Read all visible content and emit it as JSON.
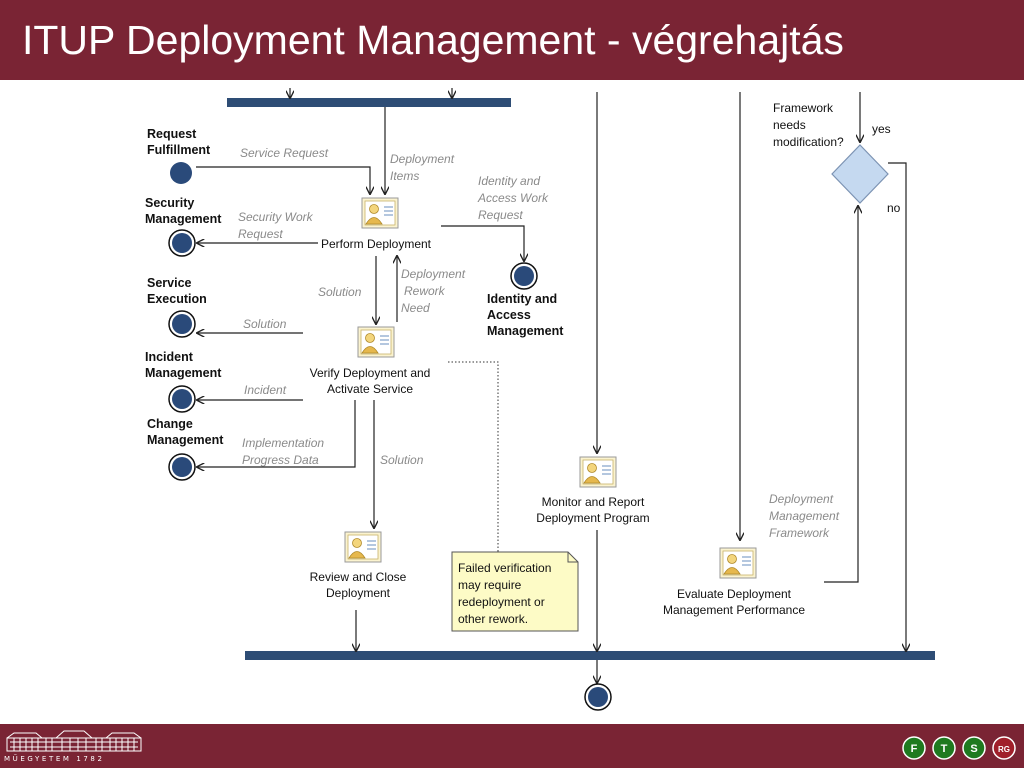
{
  "title": "ITUP Deployment Management - végrehajtás",
  "footer": {
    "university_caption": "MŰEGYETEM 1782",
    "logo_letters": [
      "F",
      "T",
      "S",
      "RG"
    ]
  },
  "lanes": {
    "left": [
      {
        "label_lines": [
          "Request",
          "Fulfillment"
        ]
      },
      {
        "label_lines": [
          "Security",
          "Management"
        ]
      },
      {
        "label_lines": [
          "Service",
          "Execution"
        ]
      },
      {
        "label_lines": [
          "Incident",
          "Management"
        ]
      },
      {
        "label_lines": [
          "Change",
          "Management"
        ]
      }
    ],
    "identity": {
      "label_lines": [
        "Identity and",
        "Access",
        "Management"
      ]
    }
  },
  "activities": {
    "perform": {
      "label_lines": [
        "Perform Deployment"
      ]
    },
    "verify": {
      "label_lines": [
        "Verify Deployment and",
        "Activate Service"
      ]
    },
    "review": {
      "label_lines": [
        "Review and Close",
        "Deployment"
      ]
    },
    "monitor": {
      "label_lines": [
        "Monitor and Report",
        "Deployment Program"
      ]
    },
    "evaluate": {
      "label_lines": [
        "Evaluate Deployment",
        "Management Performance"
      ]
    }
  },
  "flows": {
    "service_request": {
      "label_lines": [
        "Service Request"
      ]
    },
    "deployment_items": {
      "label_lines": [
        "Deployment",
        "Items"
      ]
    },
    "identity_work_request": {
      "label_lines": [
        "Identity and",
        "Access Work",
        "Request"
      ]
    },
    "security_work_request": {
      "label_lines": [
        "Security Work",
        "Request"
      ]
    },
    "solution_down": {
      "label_lines": [
        "Solution"
      ]
    },
    "rework_need": {
      "label_lines": [
        "Deployment",
        "Rework",
        "Need"
      ]
    },
    "solution_service": {
      "label_lines": [
        "Solution"
      ]
    },
    "incident": {
      "label_lines": [
        "Incident"
      ]
    },
    "implementation_progress": {
      "label_lines": [
        "Implementation",
        "Progress Data"
      ]
    },
    "solution_review": {
      "label_lines": [
        "Solution"
      ]
    },
    "framework": {
      "label_lines": [
        "Deployment",
        "Management",
        "Framework"
      ]
    }
  },
  "decision": {
    "question_lines": [
      "Framework",
      "needs",
      "modification?"
    ],
    "yes": "yes",
    "no": "no"
  },
  "note": {
    "lines": [
      "Failed verification",
      "may require",
      "redeployment or",
      "other rework."
    ]
  },
  "colors": {
    "header_bg": "#7a2434",
    "bar": "#2e4d75",
    "node_fill": "#2a4a7a",
    "decision_fill": "#c5d9f0",
    "note_fill": "#fdfbc6"
  }
}
